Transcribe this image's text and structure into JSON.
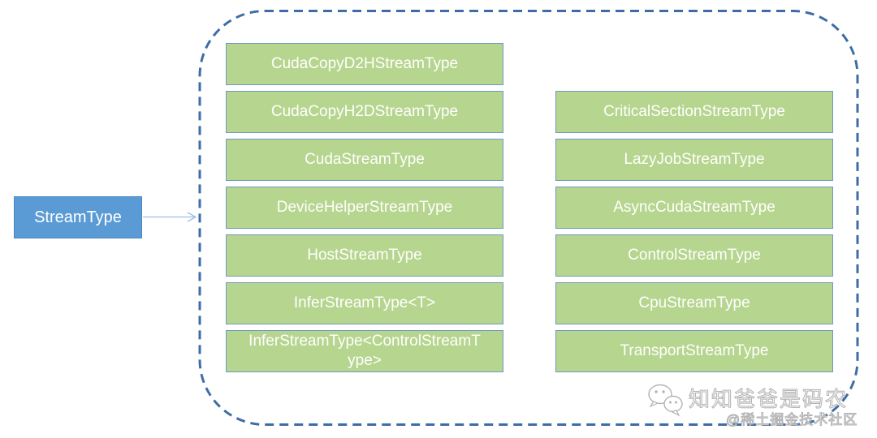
{
  "diagram": {
    "root_node": {
      "label": "StreamType"
    },
    "relation": "arrow-from-root-to-container",
    "container": {
      "border_style": "dashed-rounded",
      "left_column": [
        "CudaCopyD2HStreamType",
        "CudaCopyH2DStreamType",
        "CudaStreamType",
        "DeviceHelperStreamType",
        "HostStreamType",
        "InferStreamType<T>",
        "InferStreamType<ControlStreamType>"
      ],
      "right_column": [
        "CriticalSectionStreamType",
        "LazyJobStreamType",
        "AsyncCudaStreamType",
        "ControlStreamType",
        "CpuStreamType",
        "TransportStreamType"
      ]
    },
    "colors": {
      "root_fill": "#5b9bd5",
      "root_border": "#4a86c2",
      "subtype_fill": "#b6d58e",
      "subtype_border": "#6f99c4",
      "container_border": "#3e6da6",
      "arrow": "#9dc0e4",
      "node_text": "#ffffff"
    }
  },
  "watermark": {
    "icon": "wechat-chat-bubbles-icon",
    "line1": "知知爸爸是码农",
    "line2": "@稀土掘金技术社区"
  }
}
